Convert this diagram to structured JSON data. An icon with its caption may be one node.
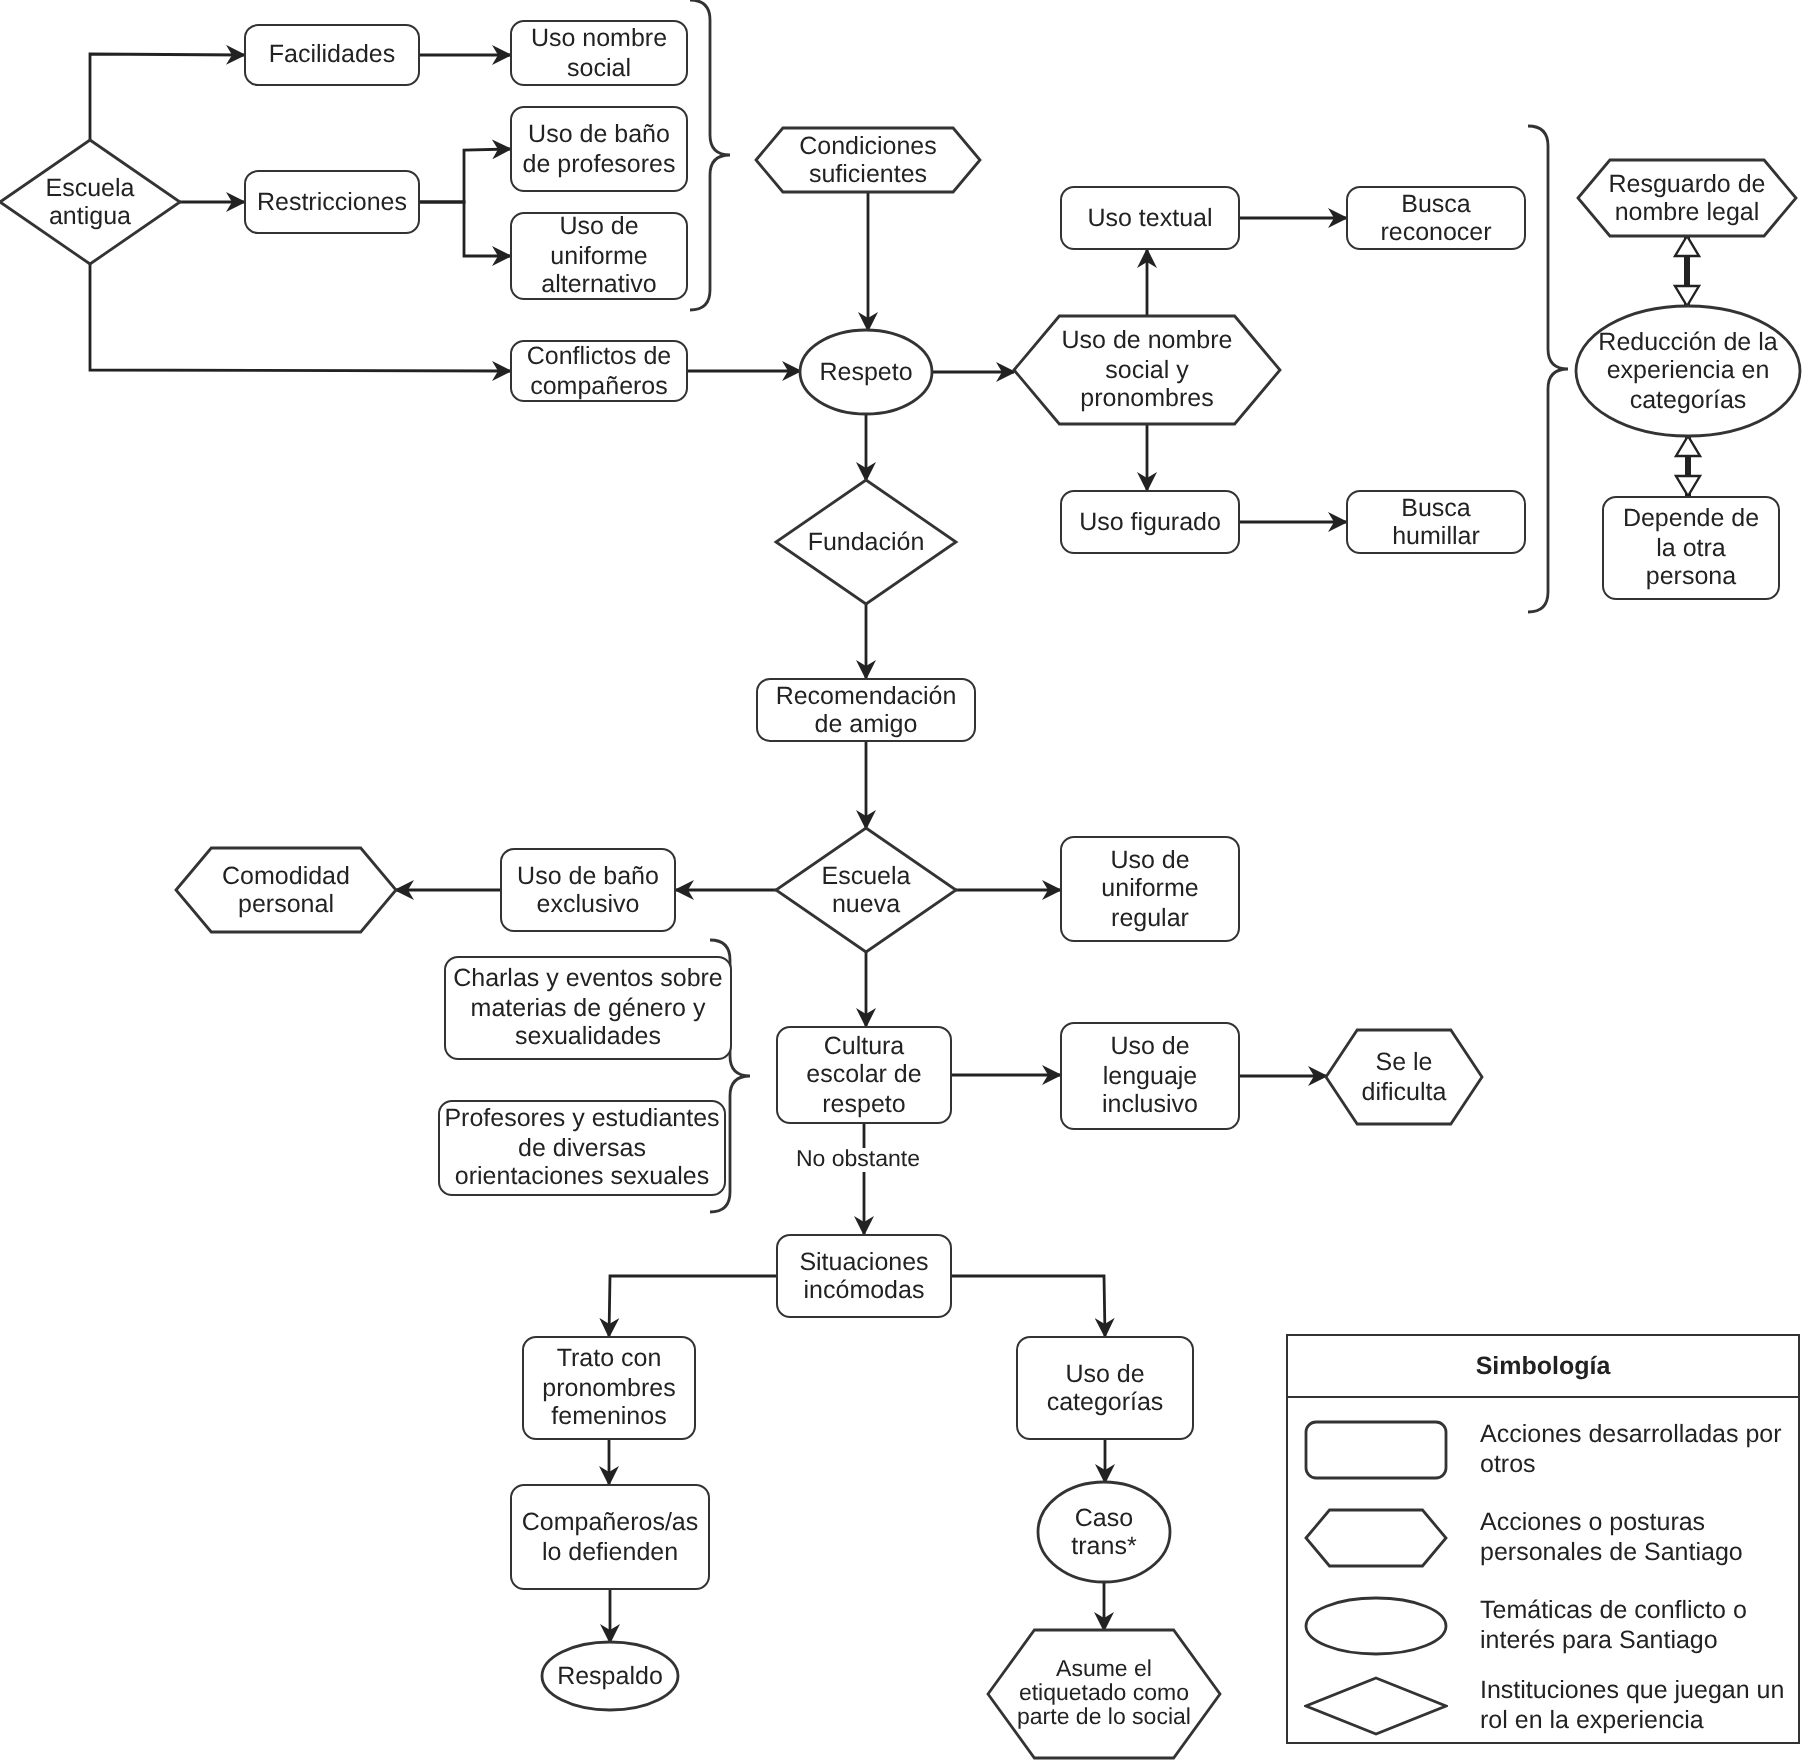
{
  "diagram": {
    "nodes": [
      {
        "text": [
          "Escuela antigua"
        ]
      },
      {
        "text": [
          "Facilidades"
        ]
      },
      {
        "text": [
          "Uso nombre social"
        ]
      },
      {
        "text": [
          "Uso de baño de profesores"
        ]
      },
      {
        "text": [
          "Uso de uniforme alternativo"
        ]
      },
      {
        "text": [
          "Restricciones"
        ]
      },
      {
        "text": [
          "Condiciones suficientes"
        ]
      },
      {
        "text": [
          "Conflictos de compañeros"
        ]
      },
      {
        "text": [
          "Respeto"
        ]
      },
      {
        "text": [
          "Uso de nombre social y pronombres"
        ]
      },
      {
        "text": [
          "Uso textual"
        ]
      },
      {
        "text": [
          "Busca reconocer"
        ]
      },
      {
        "text": [
          "Uso figurado"
        ]
      },
      {
        "text": [
          "Busca humillar"
        ]
      },
      {
        "text": [
          "Resguardo de nombre legal"
        ]
      },
      {
        "text": [
          "Reducción de la experiencia en categorías"
        ]
      },
      {
        "text": [
          "Depende de la otra persona"
        ]
      },
      {
        "text": [
          "Fundación"
        ]
      },
      {
        "text": [
          "Recomendación de amigo"
        ]
      },
      {
        "text": [
          "Escuela nueva"
        ]
      },
      {
        "text": [
          "Uso de baño exclusivo"
        ]
      },
      {
        "text": [
          "Comodidad personal"
        ]
      },
      {
        "text": [
          "Uso de uniforme regular"
        ]
      },
      {
        "text": [
          "Charlas y eventos sobre materias de género y sexualidades"
        ]
      },
      {
        "text": [
          "Profesores y estudiantes de diversas orientaciones sexuales"
        ]
      },
      {
        "text": [
          "Cultura escolar de respeto"
        ]
      },
      {
        "text": [
          "Uso de lenguaje inclusivo"
        ]
      },
      {
        "text": [
          "Se le dificulta"
        ]
      },
      {
        "text": [
          "Situaciones incómodas"
        ]
      },
      {
        "text": [
          "Trato con pronombres femeninos"
        ]
      },
      {
        "text": [
          "Uso de categorías"
        ]
      },
      {
        "text": [
          "Compañeros/as lo defienden"
        ]
      },
      {
        "text": [
          "Caso trans*"
        ]
      },
      {
        "text": [
          "Respaldo"
        ]
      },
      {
        "text": [
          "Asume el etiquetado como parte de lo social"
        ]
      }
    ],
    "edges": [
      {
        "from": 0,
        "to": 1,
        "arrow": "to"
      },
      {
        "from": 1,
        "to": 2,
        "arrow": "to"
      },
      {
        "from": 0,
        "to": 5,
        "arrow": "to"
      },
      {
        "from": 5,
        "to": 3,
        "arrow": "to"
      },
      {
        "from": 5,
        "to": 4,
        "arrow": "to"
      },
      {
        "from": 0,
        "to": 7,
        "arrow": "to"
      },
      {
        "from": 7,
        "to": 8,
        "arrow": "to"
      },
      {
        "from": 6,
        "to": 8,
        "arrow": "to"
      },
      {
        "from": 8,
        "to": 9,
        "arrow": "to"
      },
      {
        "from": 9,
        "to": 10,
        "arrow": "to"
      },
      {
        "from": 9,
        "to": 12,
        "arrow": "to"
      },
      {
        "from": 10,
        "to": 11,
        "arrow": "to"
      },
      {
        "from": 12,
        "to": 13,
        "arrow": "to"
      },
      {
        "from": 14,
        "to": 15,
        "arrow": "both",
        "style": "thick"
      },
      {
        "from": 15,
        "to": 16,
        "arrow": "both",
        "style": "thick"
      },
      {
        "from": 8,
        "to": 17,
        "arrow": "to"
      },
      {
        "from": 17,
        "to": 18,
        "arrow": "to"
      },
      {
        "from": 18,
        "to": 19,
        "arrow": "to"
      },
      {
        "from": 19,
        "to": 20,
        "arrow": "to"
      },
      {
        "from": 20,
        "to": 21,
        "arrow": "to"
      },
      {
        "from": 19,
        "to": 22,
        "arrow": "to"
      },
      {
        "from": 19,
        "to": 25,
        "arrow": "to"
      },
      {
        "from": 25,
        "to": 26,
        "arrow": "to"
      },
      {
        "from": 26,
        "to": 27,
        "arrow": "to"
      },
      {
        "from": 25,
        "to": 28,
        "label": "No obstante",
        "arrow": "to"
      },
      {
        "from": 28,
        "to": 29,
        "arrow": "to"
      },
      {
        "from": 28,
        "to": 30,
        "arrow": "to"
      },
      {
        "from": 29,
        "to": 31,
        "arrow": "to"
      },
      {
        "from": 31,
        "to": 33,
        "arrow": "to"
      },
      {
        "from": 30,
        "to": 32,
        "arrow": "to"
      },
      {
        "from": 32,
        "to": 34,
        "arrow": "to"
      }
    ],
    "labels": [
      "Simbología"
    ],
    "legend": [
      {
        "text": "Acciones desarrolladas por otros"
      },
      {
        "text": "Acciones o posturas personales de Santiago"
      },
      {
        "text": "Temáticas de conflicto o interés para Santiago"
      },
      {
        "text": "Instituciones que juegan un rol en la experiencia"
      }
    ]
  }
}
